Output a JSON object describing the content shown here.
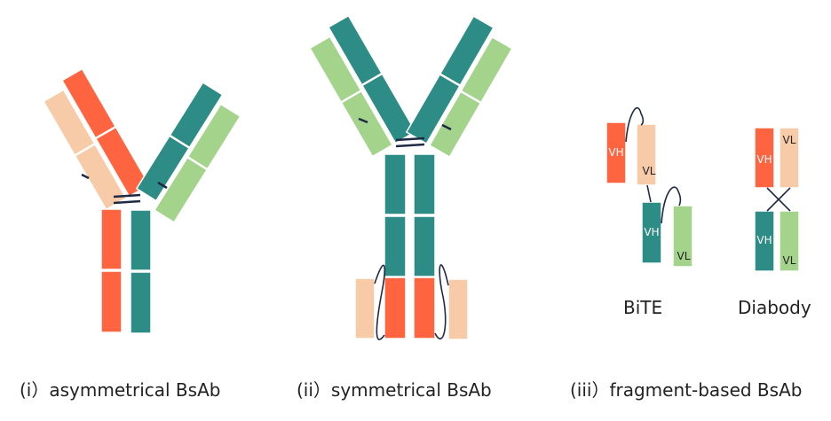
{
  "colors": {
    "orange": "#ff6440",
    "peach": "#f8cba8",
    "teal": "#2e8c86",
    "green": "#a4d48c",
    "line": "#1f2a44"
  },
  "captions": {
    "i": "(i）asymmetrical BsAb",
    "ii": "(ii）symmetrical BsAb",
    "iii": "(iii）fragment-based BsAb"
  },
  "fragments": {
    "bite": {
      "label": "BiTE",
      "domains": [
        "VH",
        "VL",
        "VH",
        "VL"
      ]
    },
    "diabody": {
      "label": "Diabody",
      "domains": [
        "VH",
        "VL",
        "VH",
        "VL"
      ]
    }
  }
}
